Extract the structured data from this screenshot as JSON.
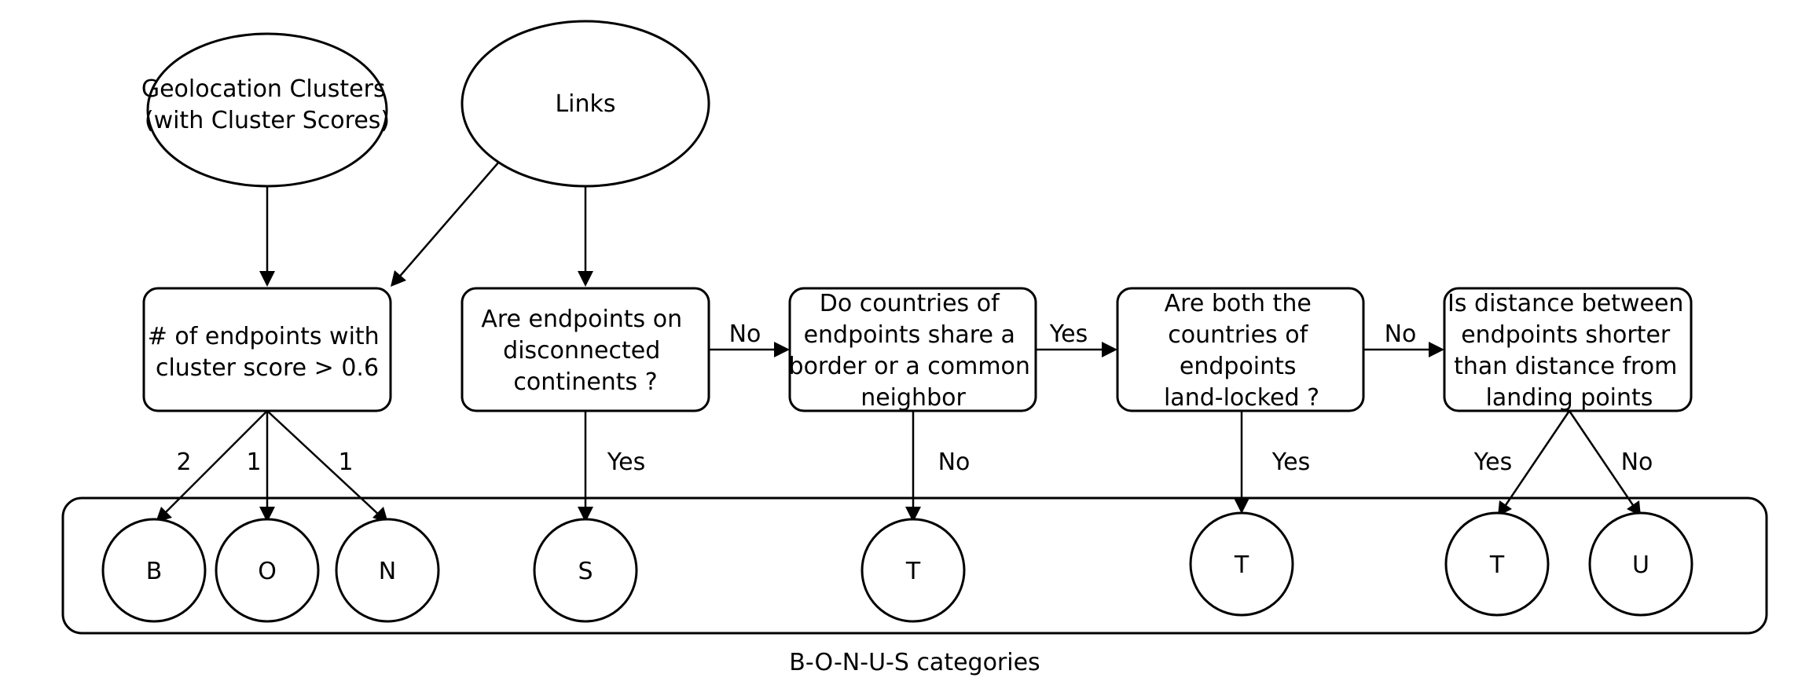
{
  "inputs": {
    "geolocation_clusters": [
      "Geolocation Clusters",
      "(with Cluster Scores)"
    ],
    "links": "Links"
  },
  "decisions": {
    "endpoints_score": [
      "# of endpoints with",
      "cluster score > 0.6"
    ],
    "disconnected_continents": [
      "Are endpoints on",
      "disconnected",
      "continents ?"
    ],
    "share_border": [
      "Do countries of",
      "endpoints share a",
      "border or a common",
      "neighbor"
    ],
    "land_locked": [
      "Are both the",
      "countries of",
      "endpoints",
      "land-locked ?"
    ],
    "distance": [
      "Is distance between",
      "endpoints shorter",
      "than distance from",
      "landing points"
    ]
  },
  "edge_labels": {
    "score_two": "2",
    "score_one_left": "1",
    "score_one_right": "1",
    "continents_yes": "Yes",
    "continents_no": "No",
    "border_yes": "Yes",
    "border_no": "No",
    "landlocked_yes": "Yes",
    "landlocked_no": "No",
    "distance_yes": "Yes",
    "distance_no": "No"
  },
  "categories": {
    "b": "B",
    "o": "O",
    "n": "N",
    "s": "S",
    "t_border": "T",
    "t_landlocked": "T",
    "t_distance": "T",
    "u": "U"
  },
  "caption": "B-O-N-U-S categories"
}
